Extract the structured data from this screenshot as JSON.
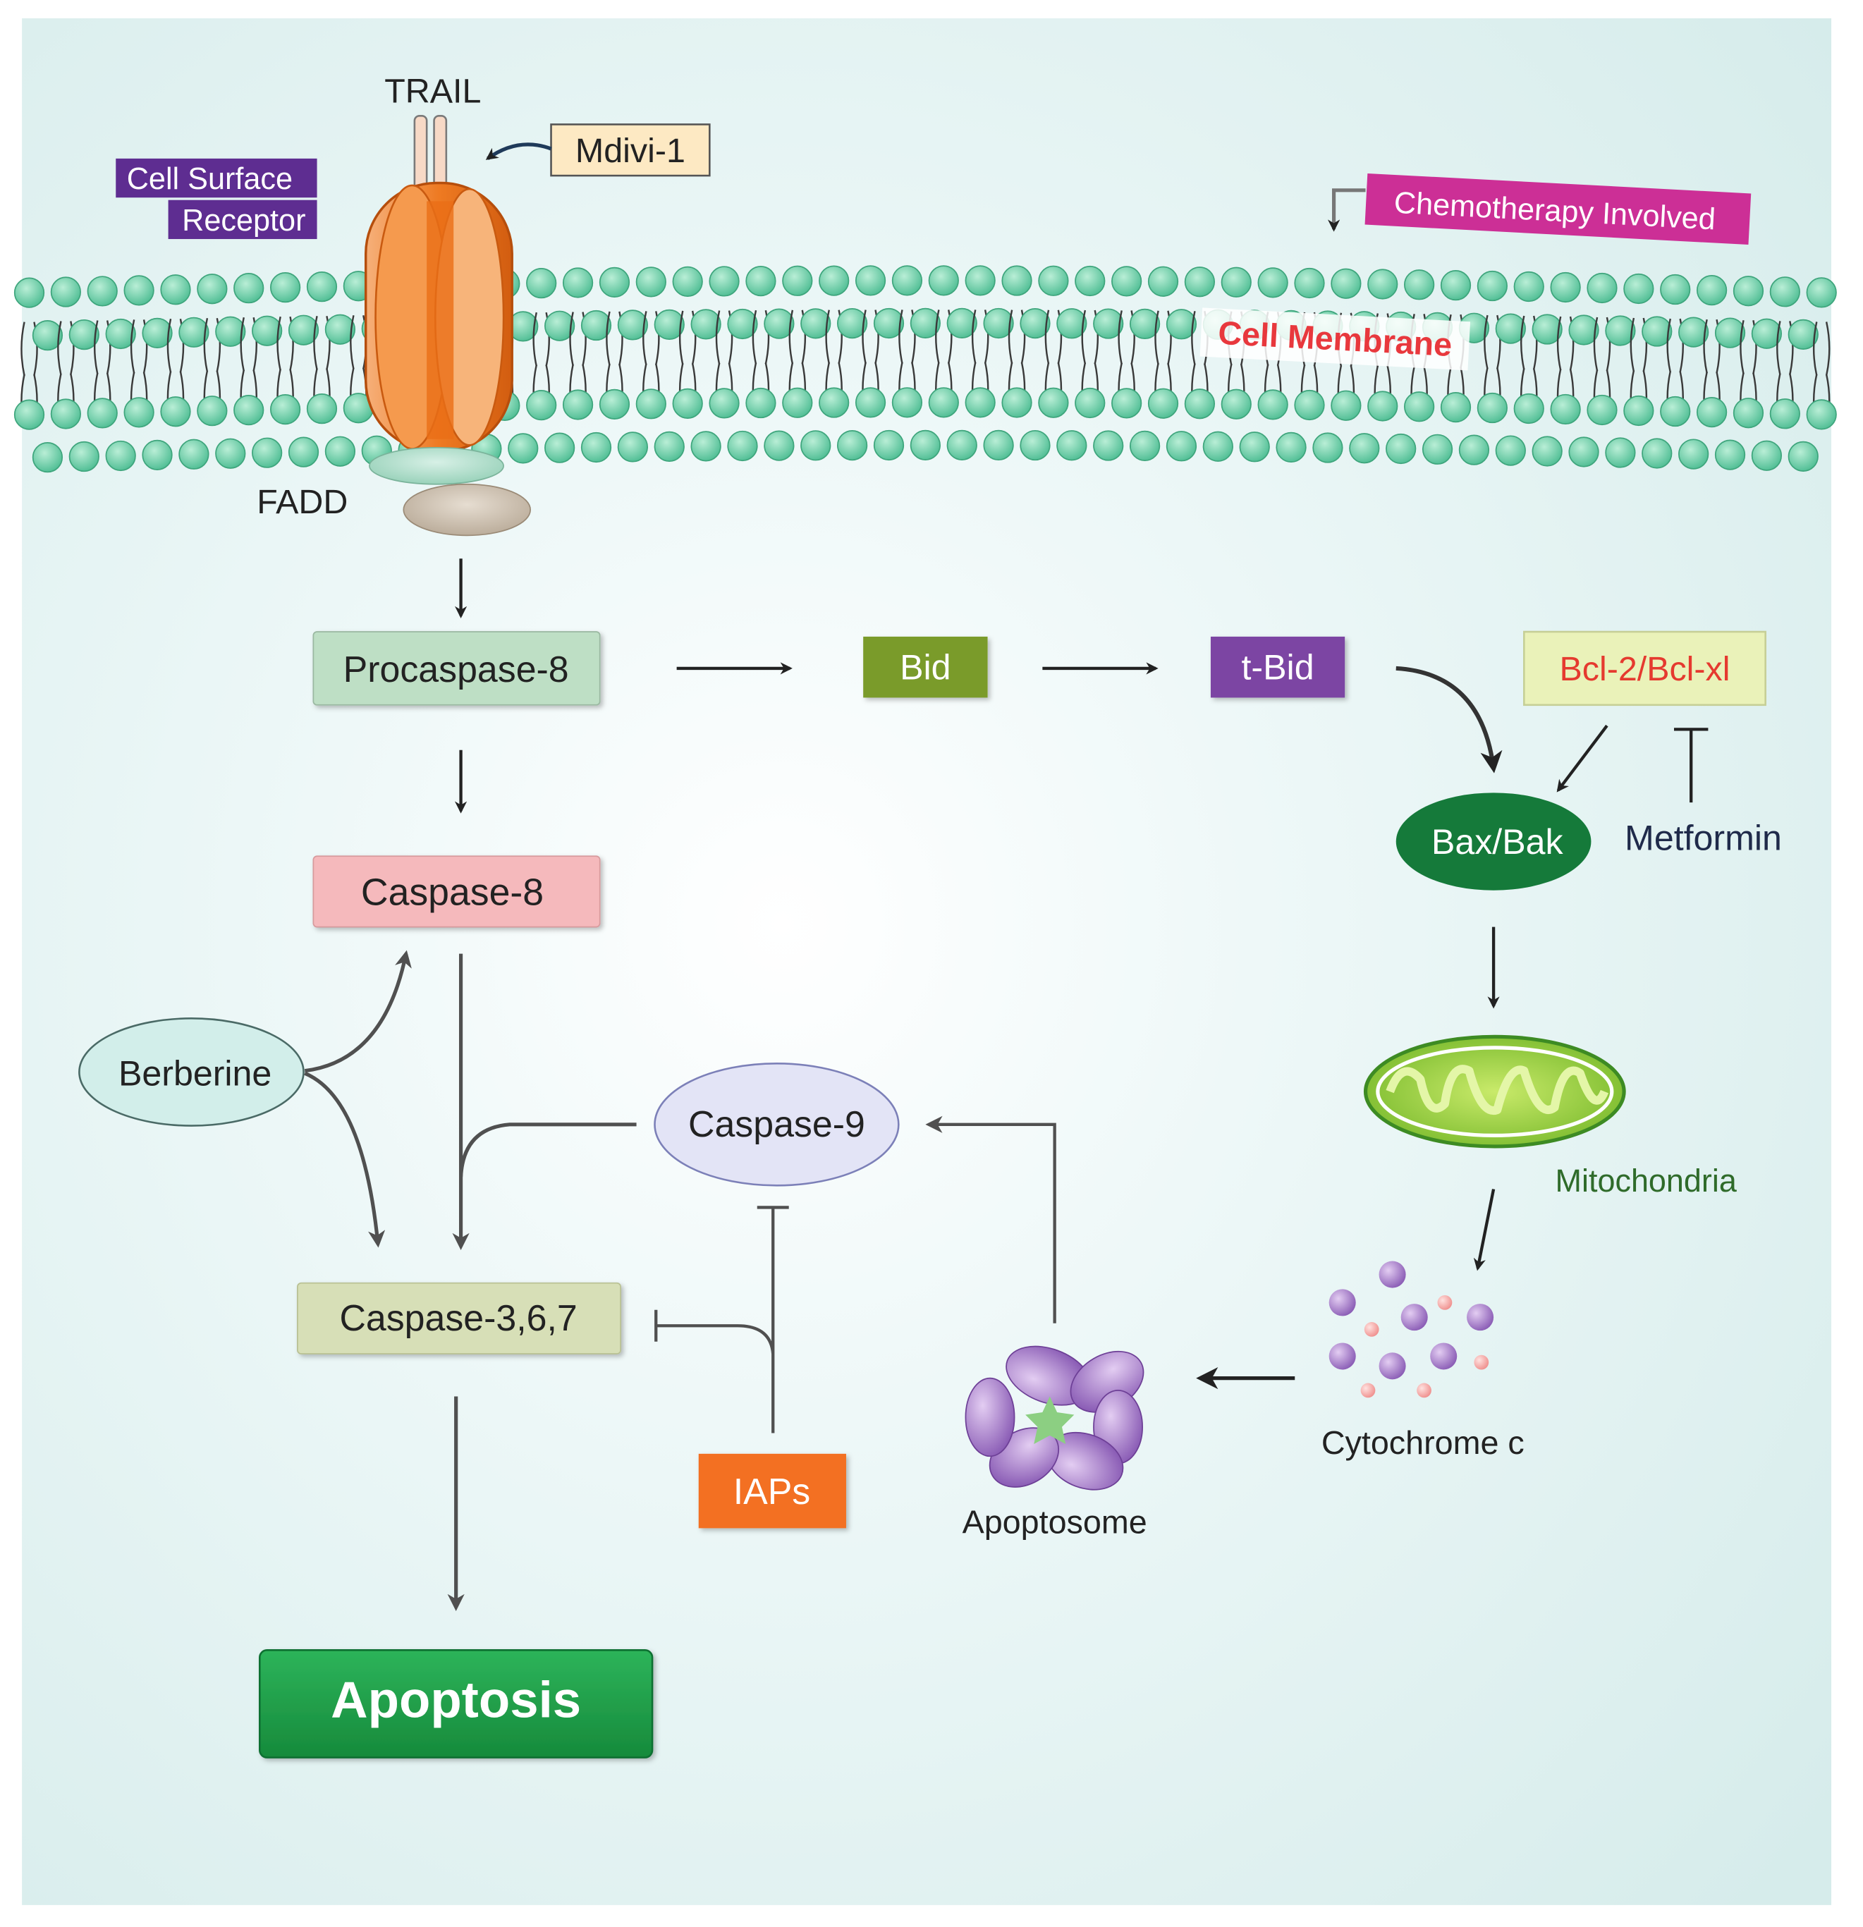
{
  "labels": {
    "trail": "TRAIL",
    "mdivi": "Mdivi-1",
    "cell_surface": "Cell Surface",
    "receptor": "Receptor",
    "chemotherapy": "Chemotherapy Involved",
    "cell_membrane": "Cell Membrane",
    "fadd": "FADD",
    "procaspase8": "Procaspase-8",
    "bid": "Bid",
    "tbid": "t-Bid",
    "bcl2": "Bcl-2/Bcl-xl",
    "baxbak": "Bax/Bak",
    "metformin": "Metformin",
    "caspase8": "Caspase-8",
    "berberine": "Berberine",
    "caspase9": "Caspase-9",
    "mitochondria": "Mitochondria",
    "caspase367": "Caspase-3,6,7",
    "iaps": "IAPs",
    "apoptosome": "Apoptosome",
    "cytochrome": "Cytochrome c",
    "apoptosis": "Apoptosis"
  },
  "colors": {
    "background": "#e2f2f3",
    "membrane_head": "#5cc49c",
    "receptor": "#f07f2a",
    "receptor_purple_label": "#5e2d91",
    "chemo_label": "#cc2f96",
    "membrane_text": "#e8383d",
    "procaspase8_fill": "#bedfc5",
    "bid_fill": "#7a9b2a",
    "tbid_fill": "#7b44a3",
    "bcl2_fill": "#eaf2b9",
    "bcl2_text": "#e53a2f",
    "baxbak_fill": "#157a3a",
    "caspase8_fill": "#f5b9bc",
    "berberine_fill": "#d2eeea",
    "caspase9_fill": "#e3e4f6",
    "caspase367_fill": "#d7dfb7",
    "iaps_fill": "#f37021",
    "apoptosis_fill": "#1b9a46",
    "mitochondria_text": "#2f6b2a",
    "cytochrome_purple": "#9b6fbf",
    "cytochrome_pink": "#f4a7a6",
    "apoptosome_purple": "#9c67c1"
  }
}
